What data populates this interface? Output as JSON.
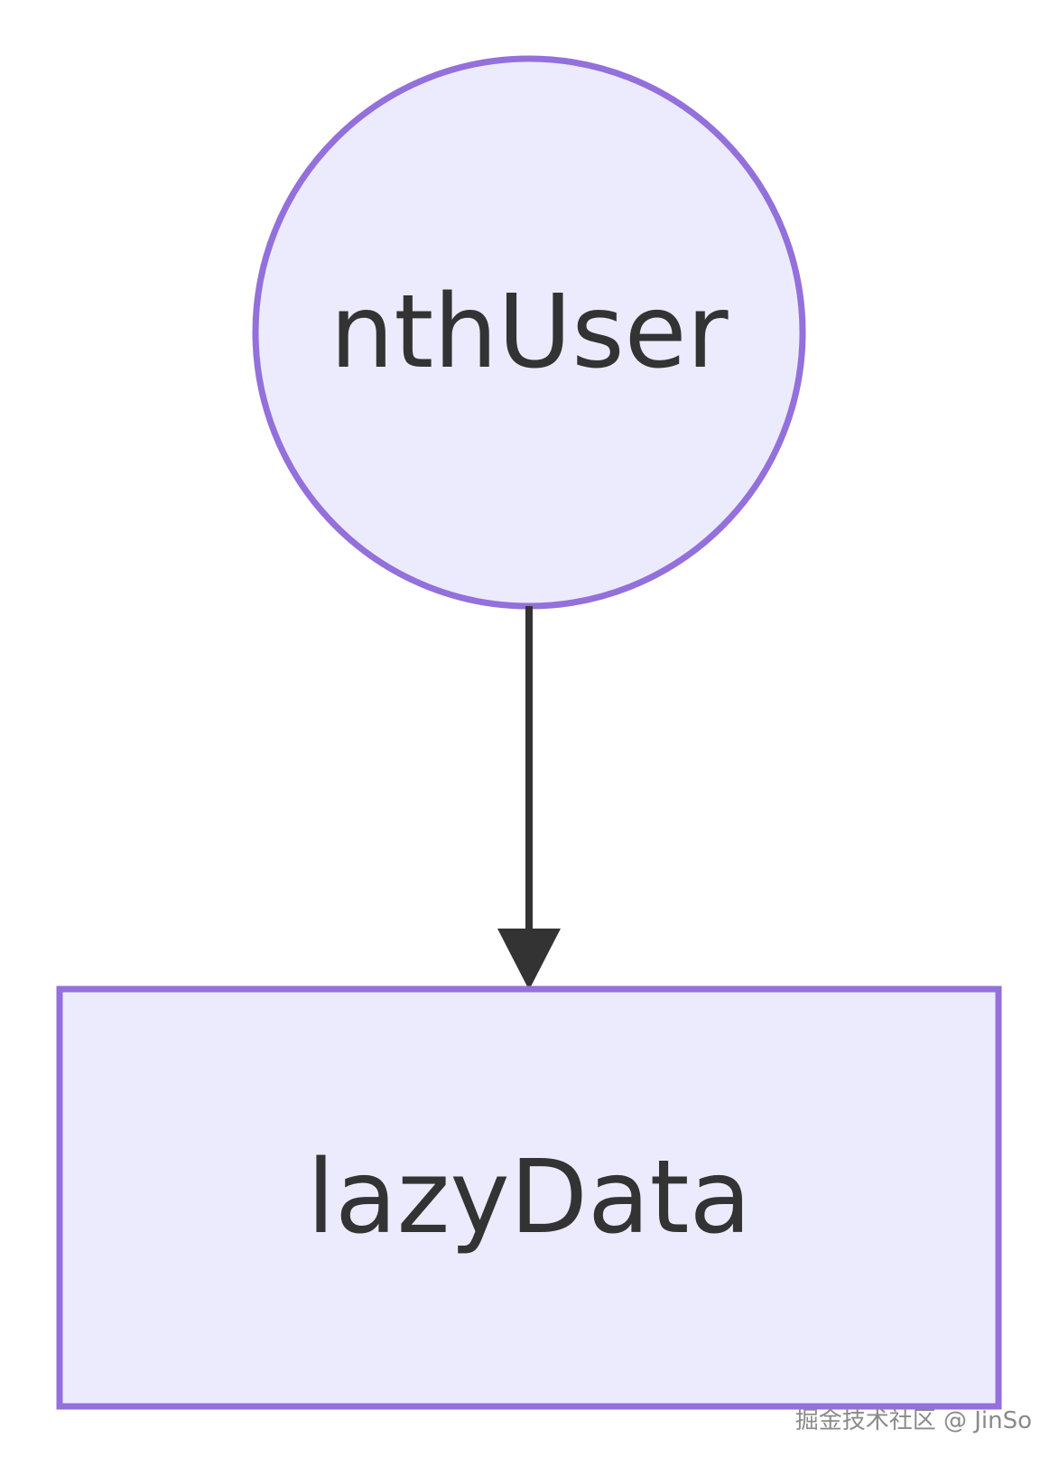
{
  "diagram": {
    "colors": {
      "node_fill": "#ECEBFD",
      "node_stroke": "#9370DB",
      "edge": "#333333",
      "text": "#333333"
    },
    "nodes": [
      {
        "id": "nthUser",
        "shape": "circle",
        "label": "nthUser"
      },
      {
        "id": "lazyData",
        "shape": "rect",
        "label": "lazyData"
      }
    ],
    "edges": [
      {
        "from": "nthUser",
        "to": "lazyData",
        "arrow": "arrowhead"
      }
    ]
  },
  "watermark": "掘金技术社区 @ JinSo"
}
